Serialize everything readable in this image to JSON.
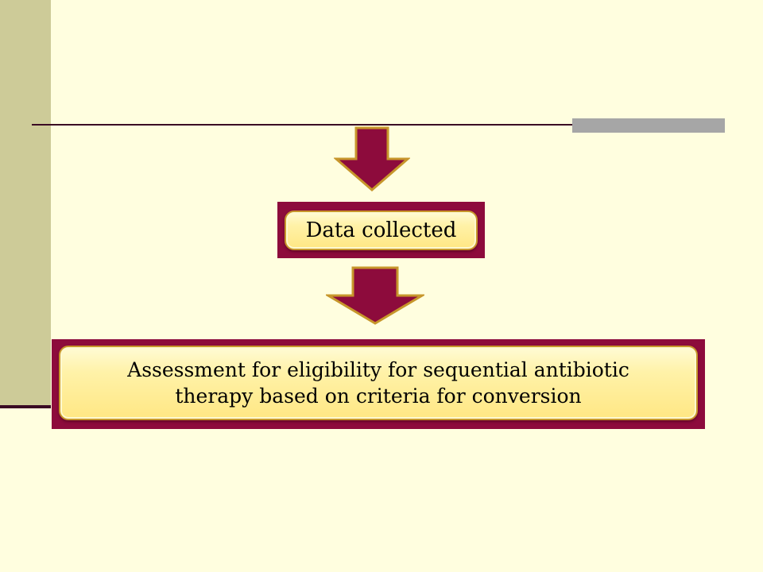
{
  "flow": {
    "box1_text": "Data collected",
    "box2_line1": "Assessment for eligibility for sequential antibiotic",
    "box2_line2": "therapy based on criteria for conversion"
  },
  "colors": {
    "background": "#FFFEDF",
    "left_band": "#CDCB98",
    "rule": "#3A0B24",
    "gray_bar": "#A6A6A6",
    "arrow_fill": "#8D0B3C",
    "arrow_outline": "#C7962B",
    "box_frame": "#8D0B3C",
    "box_fill": "#FFF2A8"
  }
}
